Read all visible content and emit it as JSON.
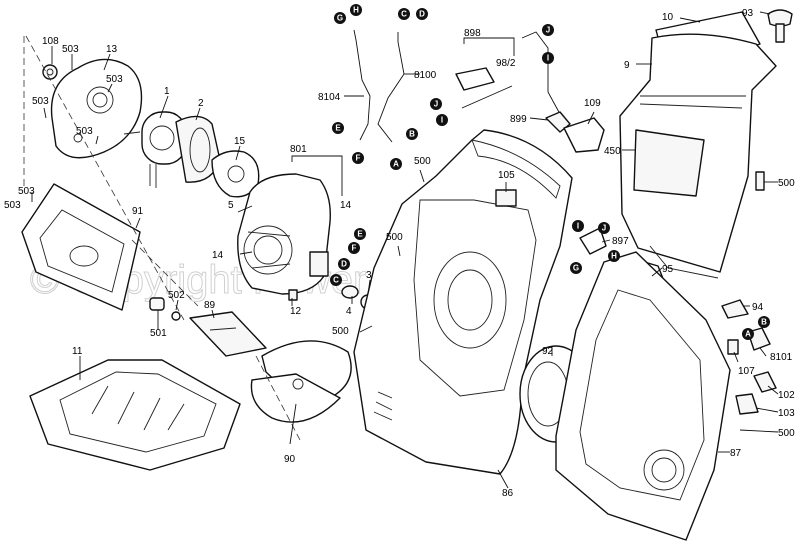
{
  "watermark": "© Copyright Power Magic",
  "colors": {
    "stroke": "#111111",
    "fill": "#f7f7f7",
    "marker": "#111111",
    "watermark": "#d0d0d0"
  },
  "labels": [
    "108",
    "503",
    "13",
    "503",
    "503",
    "1",
    "2",
    "503",
    "15",
    "801",
    "14",
    "5",
    "14",
    "503",
    "503",
    "91",
    "12",
    "4",
    "3",
    "500",
    "502",
    "89",
    "501",
    "11",
    "90",
    "8104",
    "8100",
    "898",
    "98/2",
    "899",
    "109",
    "500",
    "105",
    "500",
    "897",
    "95",
    "10",
    "93",
    "9",
    "450",
    "500",
    "94",
    "8101",
    "107",
    "102",
    "103",
    "500",
    "92",
    "87",
    "86"
  ],
  "markers": [
    "G",
    "H",
    "C",
    "D",
    "J",
    "I",
    "J",
    "I",
    "E",
    "F",
    "A",
    "B",
    "E",
    "F",
    "D",
    "C",
    "I",
    "J",
    "G",
    "H",
    "A",
    "B"
  ]
}
